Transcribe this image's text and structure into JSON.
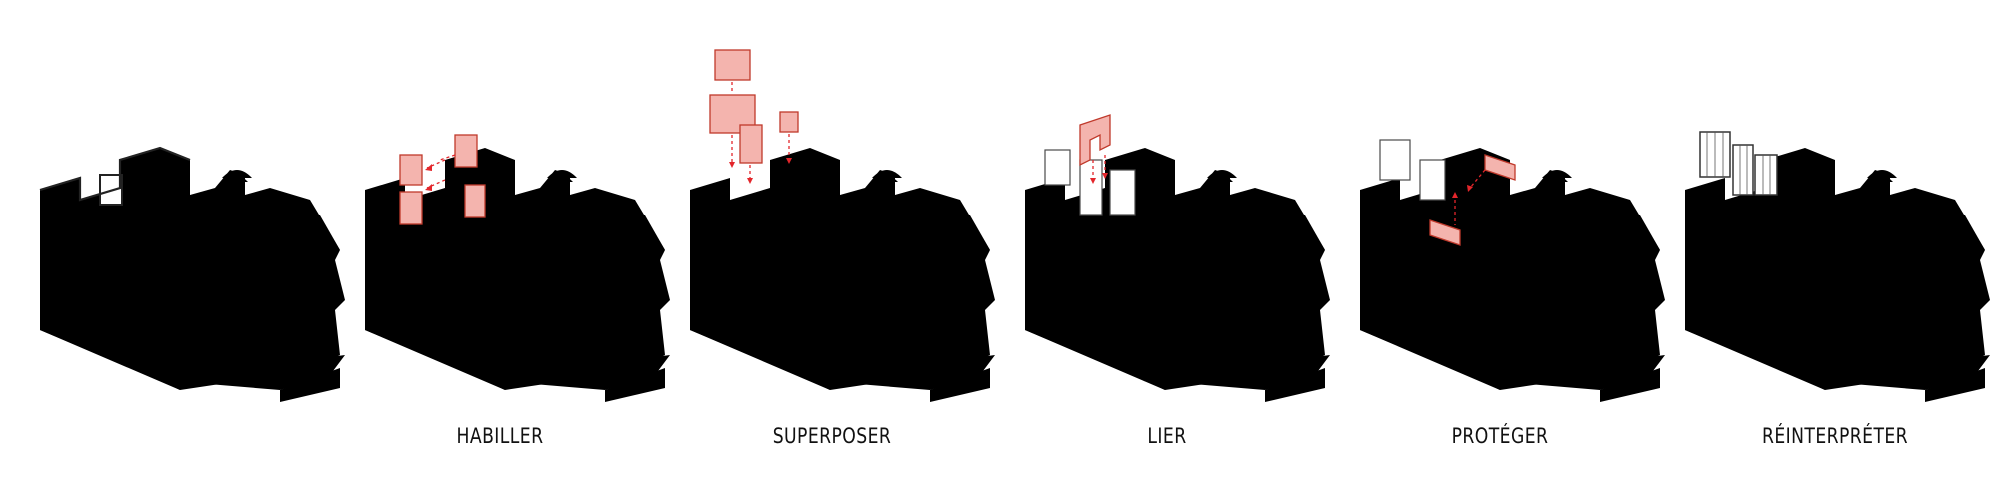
{
  "steps": [
    {
      "label": "HABILLER"
    },
    {
      "label": "SUPERPOSER"
    },
    {
      "label": "LIER"
    },
    {
      "label": "PROTÉGER"
    },
    {
      "label": "RÉINTERPRÉTER"
    }
  ],
  "colors": {
    "linework": "#4a4a4a",
    "accent_fill": "#f4b4ae",
    "accent_line": "#e3262b",
    "text": "#111111"
  }
}
